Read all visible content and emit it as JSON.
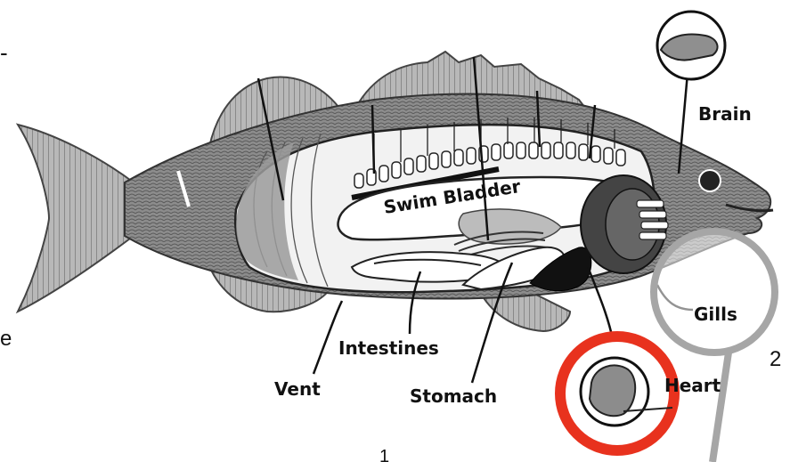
{
  "labels": {
    "brain": "Brain",
    "swim_bladder": "Swim Bladder",
    "gills": "Gills",
    "intestines": "Intestines",
    "vent": "Vent",
    "stomach": "Stomach",
    "heart": "Heart"
  },
  "edge_text": {
    "left_top": "-",
    "left_mid": "e",
    "right_num": "2",
    "bottom_num": "1"
  },
  "colors": {
    "highlight_ring": "#e8321e",
    "callout_ring": "#a6a6a6",
    "ink": "#111111"
  }
}
